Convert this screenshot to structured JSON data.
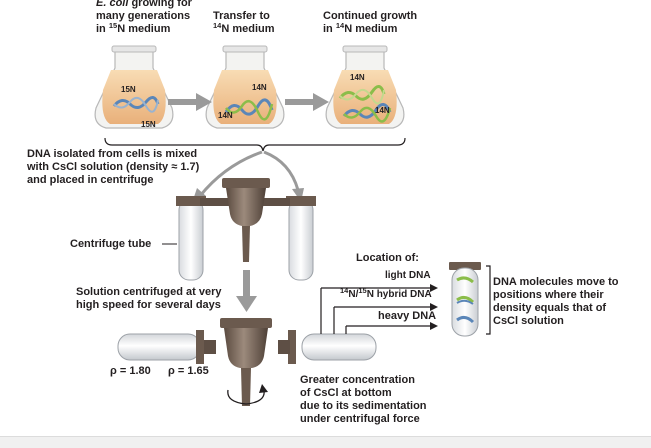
{
  "top": {
    "flask1_caption": {
      "italic": "E. coli",
      "line1_rest": " growing for",
      "line2": "many generations",
      "line3_pre": "in ",
      "line3_sup": "15",
      "line3_post": "N medium"
    },
    "flask2_caption": {
      "line1": "Transfer to",
      "line2_sup": "14",
      "line2_post": "N medium"
    },
    "flask3_caption": {
      "line1": "Continued growth",
      "line2_pre": "in ",
      "line2_sup": "14",
      "line2_post": "N medium"
    },
    "flask1_marks": [
      "15N",
      "15N"
    ],
    "flask2_marks": [
      "14N",
      "14N"
    ],
    "flask3_marks": [
      "14N",
      "14N"
    ]
  },
  "middle": {
    "dna_caption": [
      "DNA isolated from cells is mixed",
      "with CsCl solution (density ≈ 1.7)",
      "and placed in centrifuge"
    ],
    "tube_label": "Centrifuge tube",
    "spin_caption": [
      "Solution centrifuged at very",
      "high speed for several days"
    ]
  },
  "bottom": {
    "rho_left": "ρ = 1.80",
    "rho_right": "ρ = 1.65",
    "concentration_caption": [
      "Greater concentration",
      "of CsCl at bottom",
      "due to its sedimentation",
      "under centrifugal force"
    ]
  },
  "location": {
    "title": "Location of:",
    "light": "light DNA",
    "hybrid_sup1": "14",
    "hybrid_mid": "N/",
    "hybrid_sup2": "15",
    "hybrid_post": "N hybrid DNA",
    "heavy": "heavy DNA"
  },
  "result_caption": [
    "DNA molecules move to",
    "positions where their",
    "density equals that of",
    "CsCl solution"
  ],
  "colors": {
    "medium": "#f0c89a",
    "centrifuge": "#6b5a4e",
    "arrow": "#9a9a9a",
    "dna_green": "#8bbd4a",
    "dna_blue": "#5b86b8"
  }
}
